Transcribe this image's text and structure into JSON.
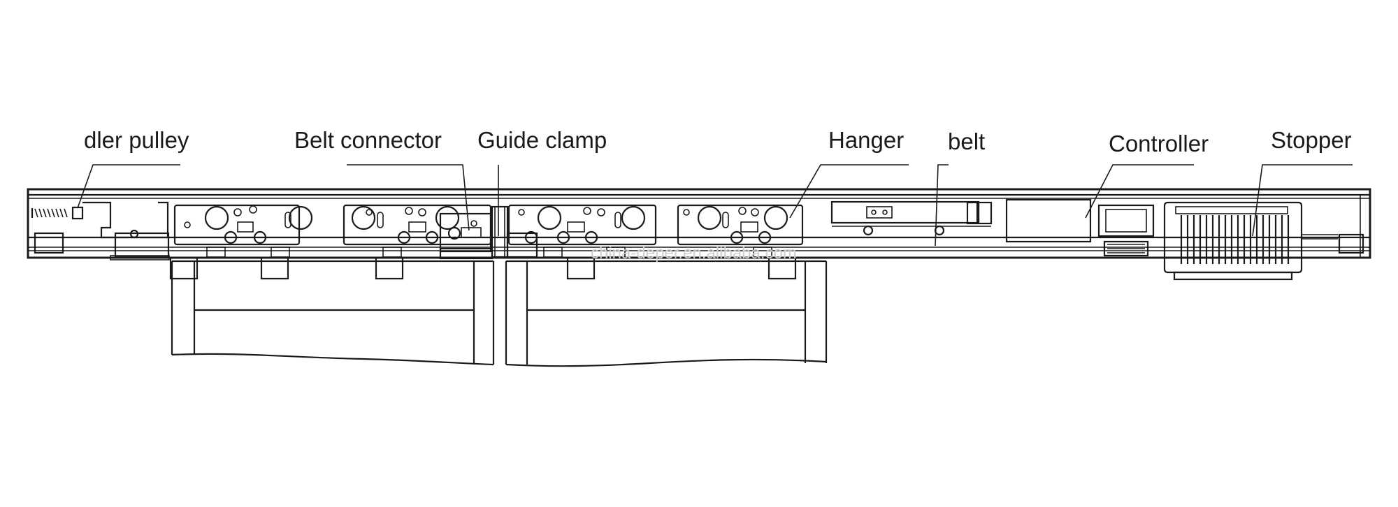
{
  "labels": {
    "idler_pulley": "dler pulley",
    "belt_connector": "Belt connector",
    "guide_clamp": "Guide clamp",
    "hanger": "Hanger",
    "belt": "belt",
    "controller": "Controller",
    "stopper": "Stopper"
  },
  "watermark": "china-deper.en.alibaba.com"
}
